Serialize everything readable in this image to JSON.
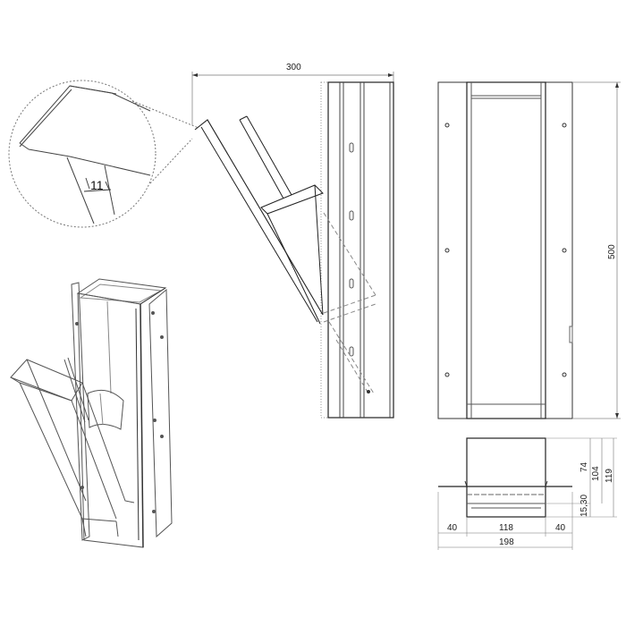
{
  "drawing": {
    "detail_callout": {
      "dimension": "11"
    },
    "side_view": {
      "width_dimension": "300"
    },
    "front_view": {
      "height_dimension": "500"
    },
    "bottom_view": {
      "right_dims": {
        "d74": "74",
        "d104": "104",
        "d119": "119",
        "d15_30": "15,30"
      },
      "bottom_dims": {
        "left": "40",
        "center": "118",
        "right": "40",
        "total": "198"
      }
    }
  }
}
